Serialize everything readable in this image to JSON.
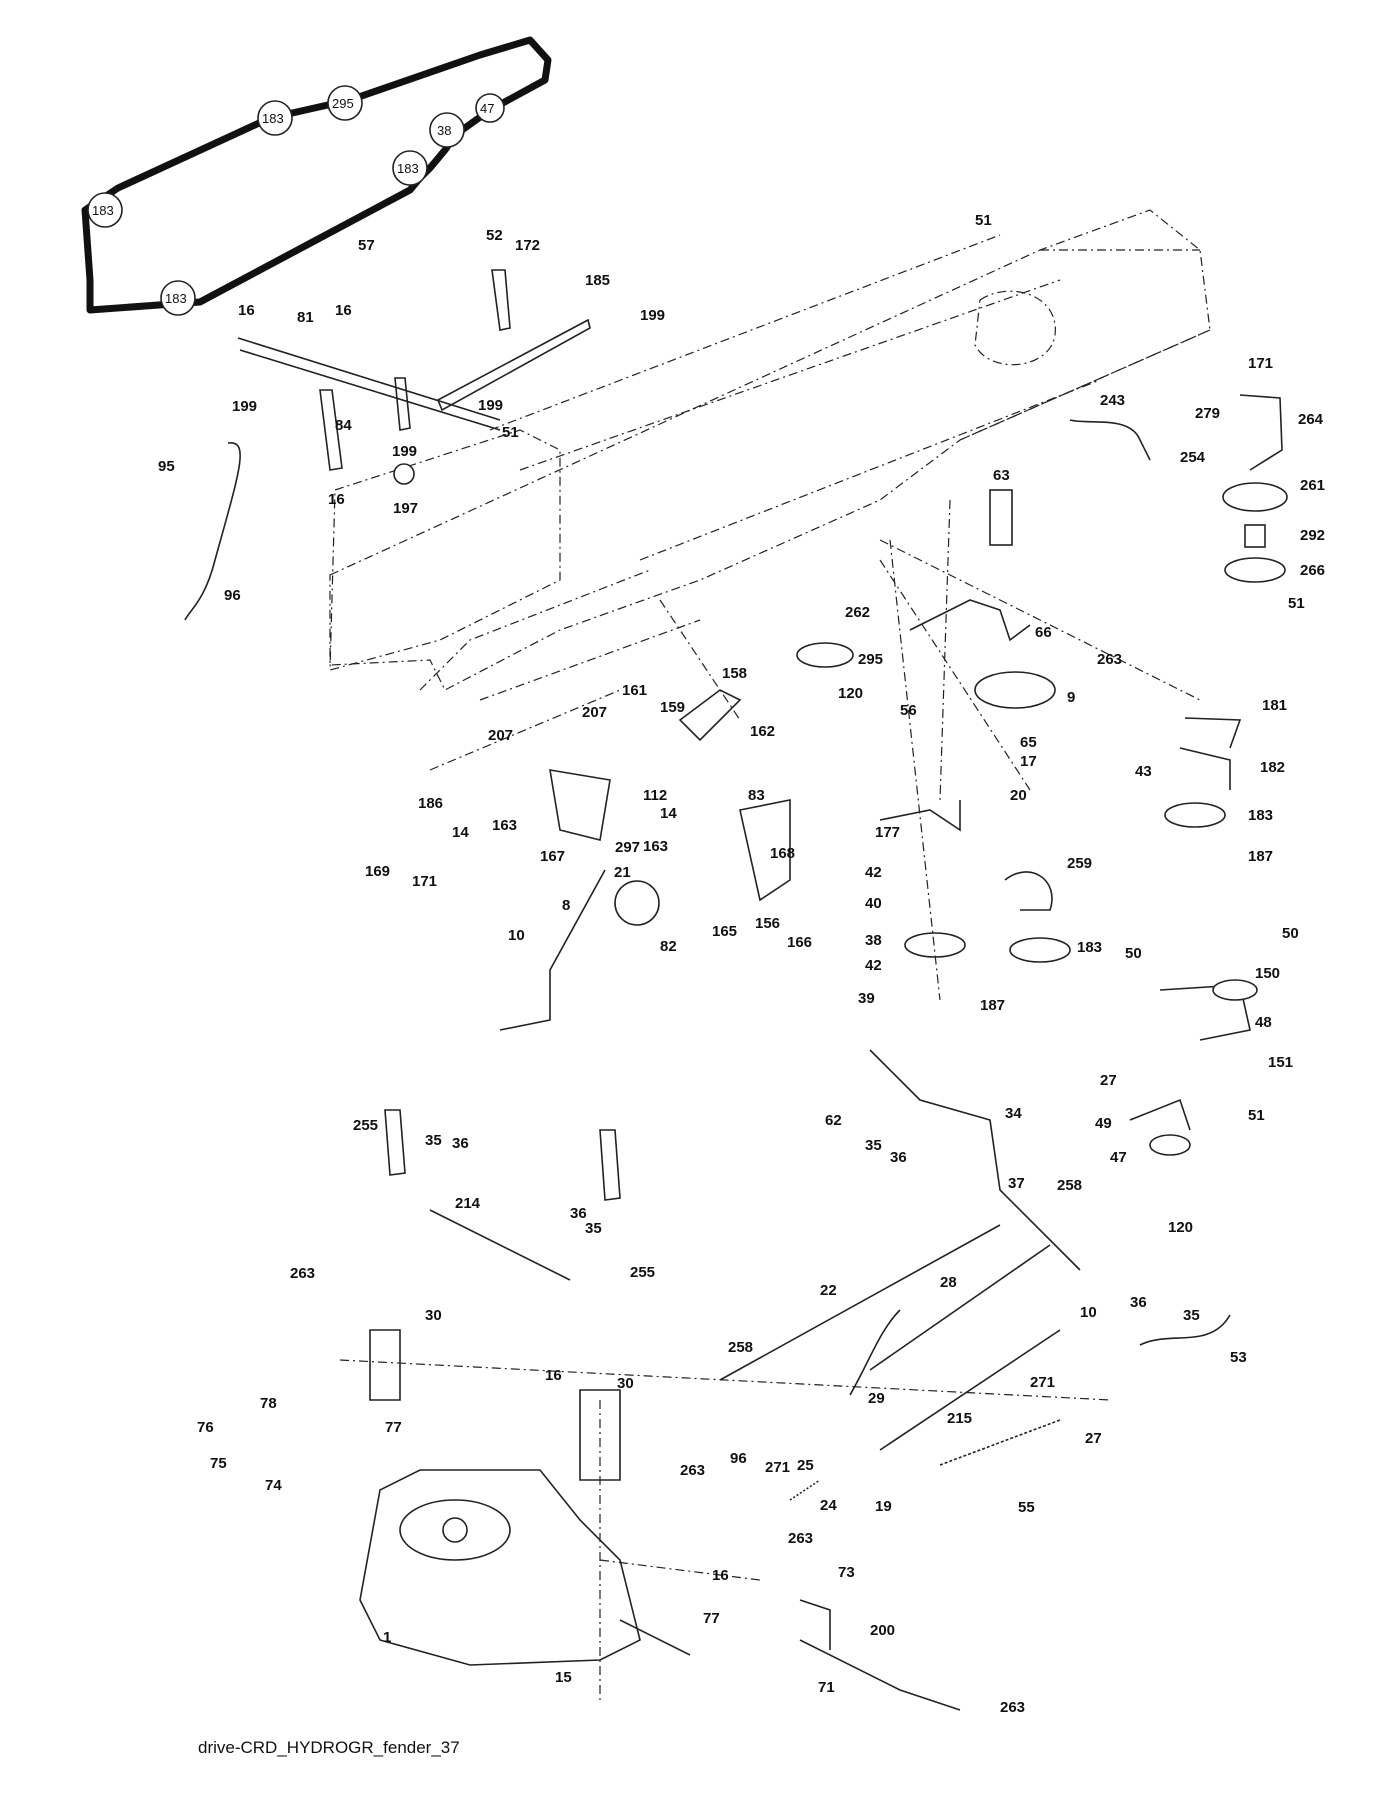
{
  "caption": "drive-CRD_HYDROGR_fender_37",
  "belt_callouts": [
    "183",
    "295",
    "47",
    "38",
    "183",
    "183",
    "183"
  ],
  "callouts": [
    "57",
    "52",
    "172",
    "185",
    "199",
    "16",
    "81",
    "16",
    "199",
    "199",
    "84",
    "51",
    "199",
    "16",
    "197",
    "95",
    "96",
    "51",
    "171",
    "279",
    "264",
    "243",
    "254",
    "63",
    "261",
    "292",
    "266",
    "51",
    "262",
    "66",
    "295",
    "120",
    "263",
    "9",
    "181",
    "56",
    "65",
    "17",
    "20",
    "182",
    "43",
    "183",
    "187",
    "158",
    "161",
    "159",
    "207",
    "162",
    "207",
    "186",
    "14",
    "163",
    "112",
    "14",
    "163",
    "83",
    "297",
    "167",
    "169",
    "171",
    "21",
    "168",
    "82",
    "165",
    "156",
    "166",
    "8",
    "10",
    "177",
    "42",
    "40",
    "38",
    "42",
    "39",
    "259",
    "183",
    "187",
    "50",
    "50",
    "150",
    "48",
    "27",
    "151",
    "62",
    "35",
    "36",
    "34",
    "49",
    "51",
    "47",
    "37",
    "258",
    "120",
    "255",
    "35",
    "36",
    "214",
    "36",
    "35",
    "255",
    "263",
    "30",
    "22",
    "28",
    "36",
    "35",
    "10",
    "258",
    "271",
    "29",
    "53",
    "16",
    "30",
    "78",
    "76",
    "75",
    "77",
    "74",
    "263",
    "96",
    "271",
    "25",
    "24",
    "19",
    "215",
    "27",
    "55",
    "263",
    "73",
    "16",
    "77",
    "200",
    "1",
    "15",
    "71",
    "263"
  ]
}
